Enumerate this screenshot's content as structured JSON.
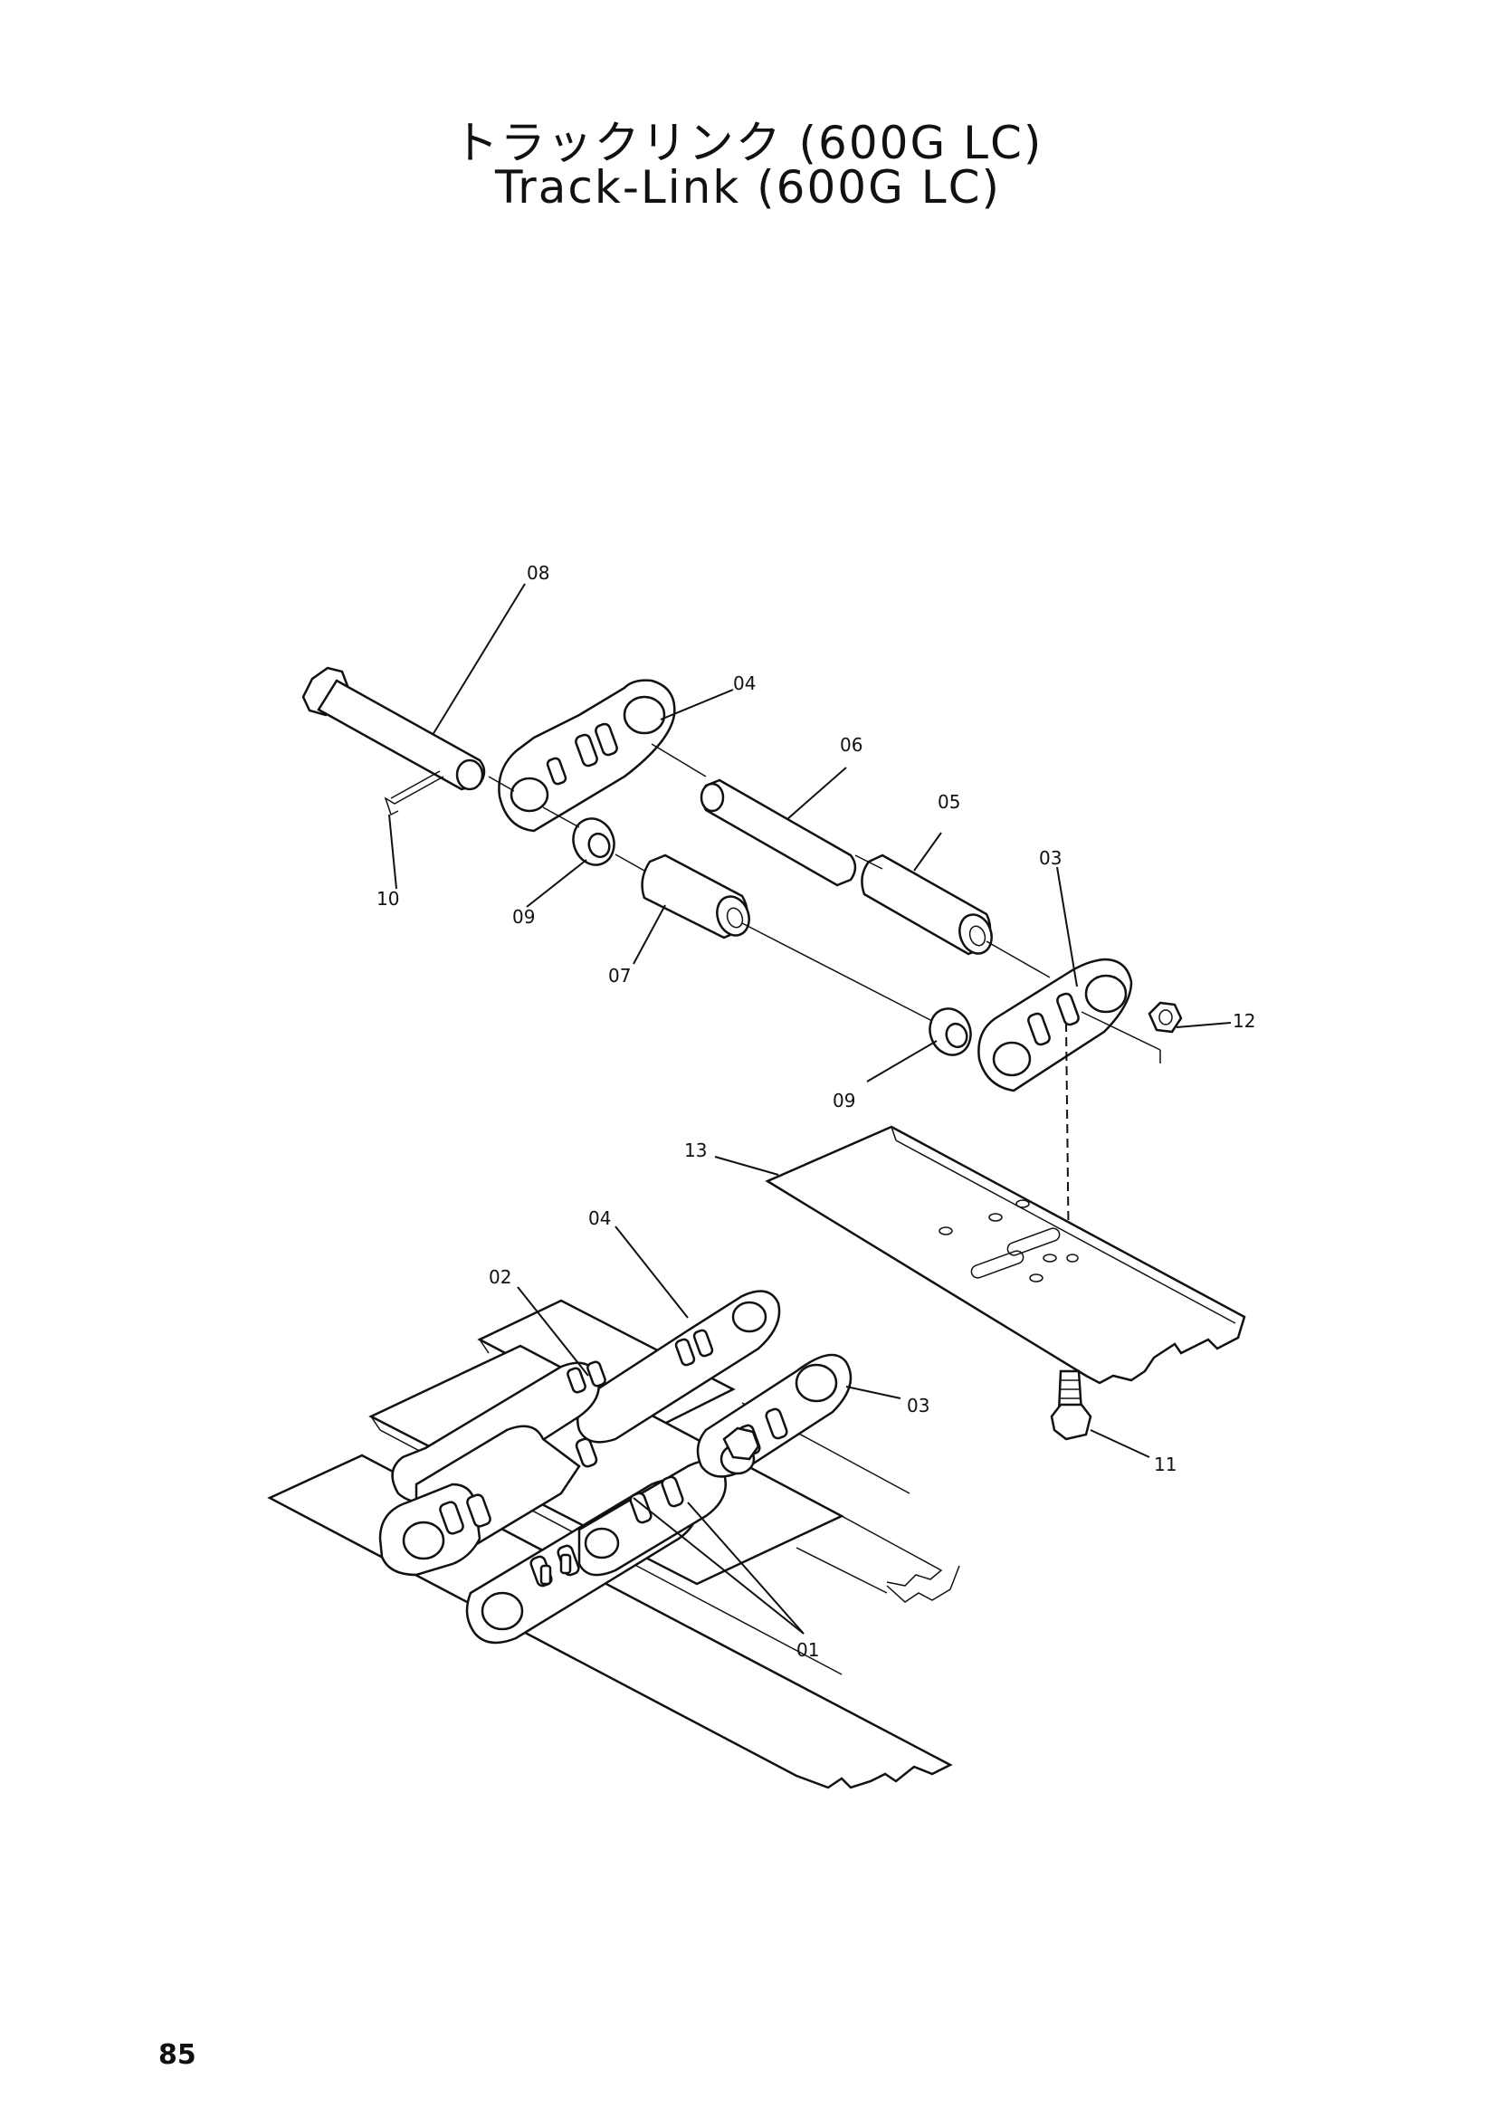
{
  "title_ja": "トラックリンク (600G LC)",
  "title_en": "Track-Link (600G LC)",
  "callouts": {
    "c08": "08",
    "c04a": "04",
    "c06": "06",
    "c05": "05",
    "c03a": "03",
    "c10": "10",
    "c09a": "09",
    "c07": "07",
    "c12": "12",
    "c09b": "09",
    "c13": "13",
    "c04b": "04",
    "c02": "02",
    "c03b": "03",
    "c11": "11",
    "c01": "01"
  },
  "page_number": "85"
}
